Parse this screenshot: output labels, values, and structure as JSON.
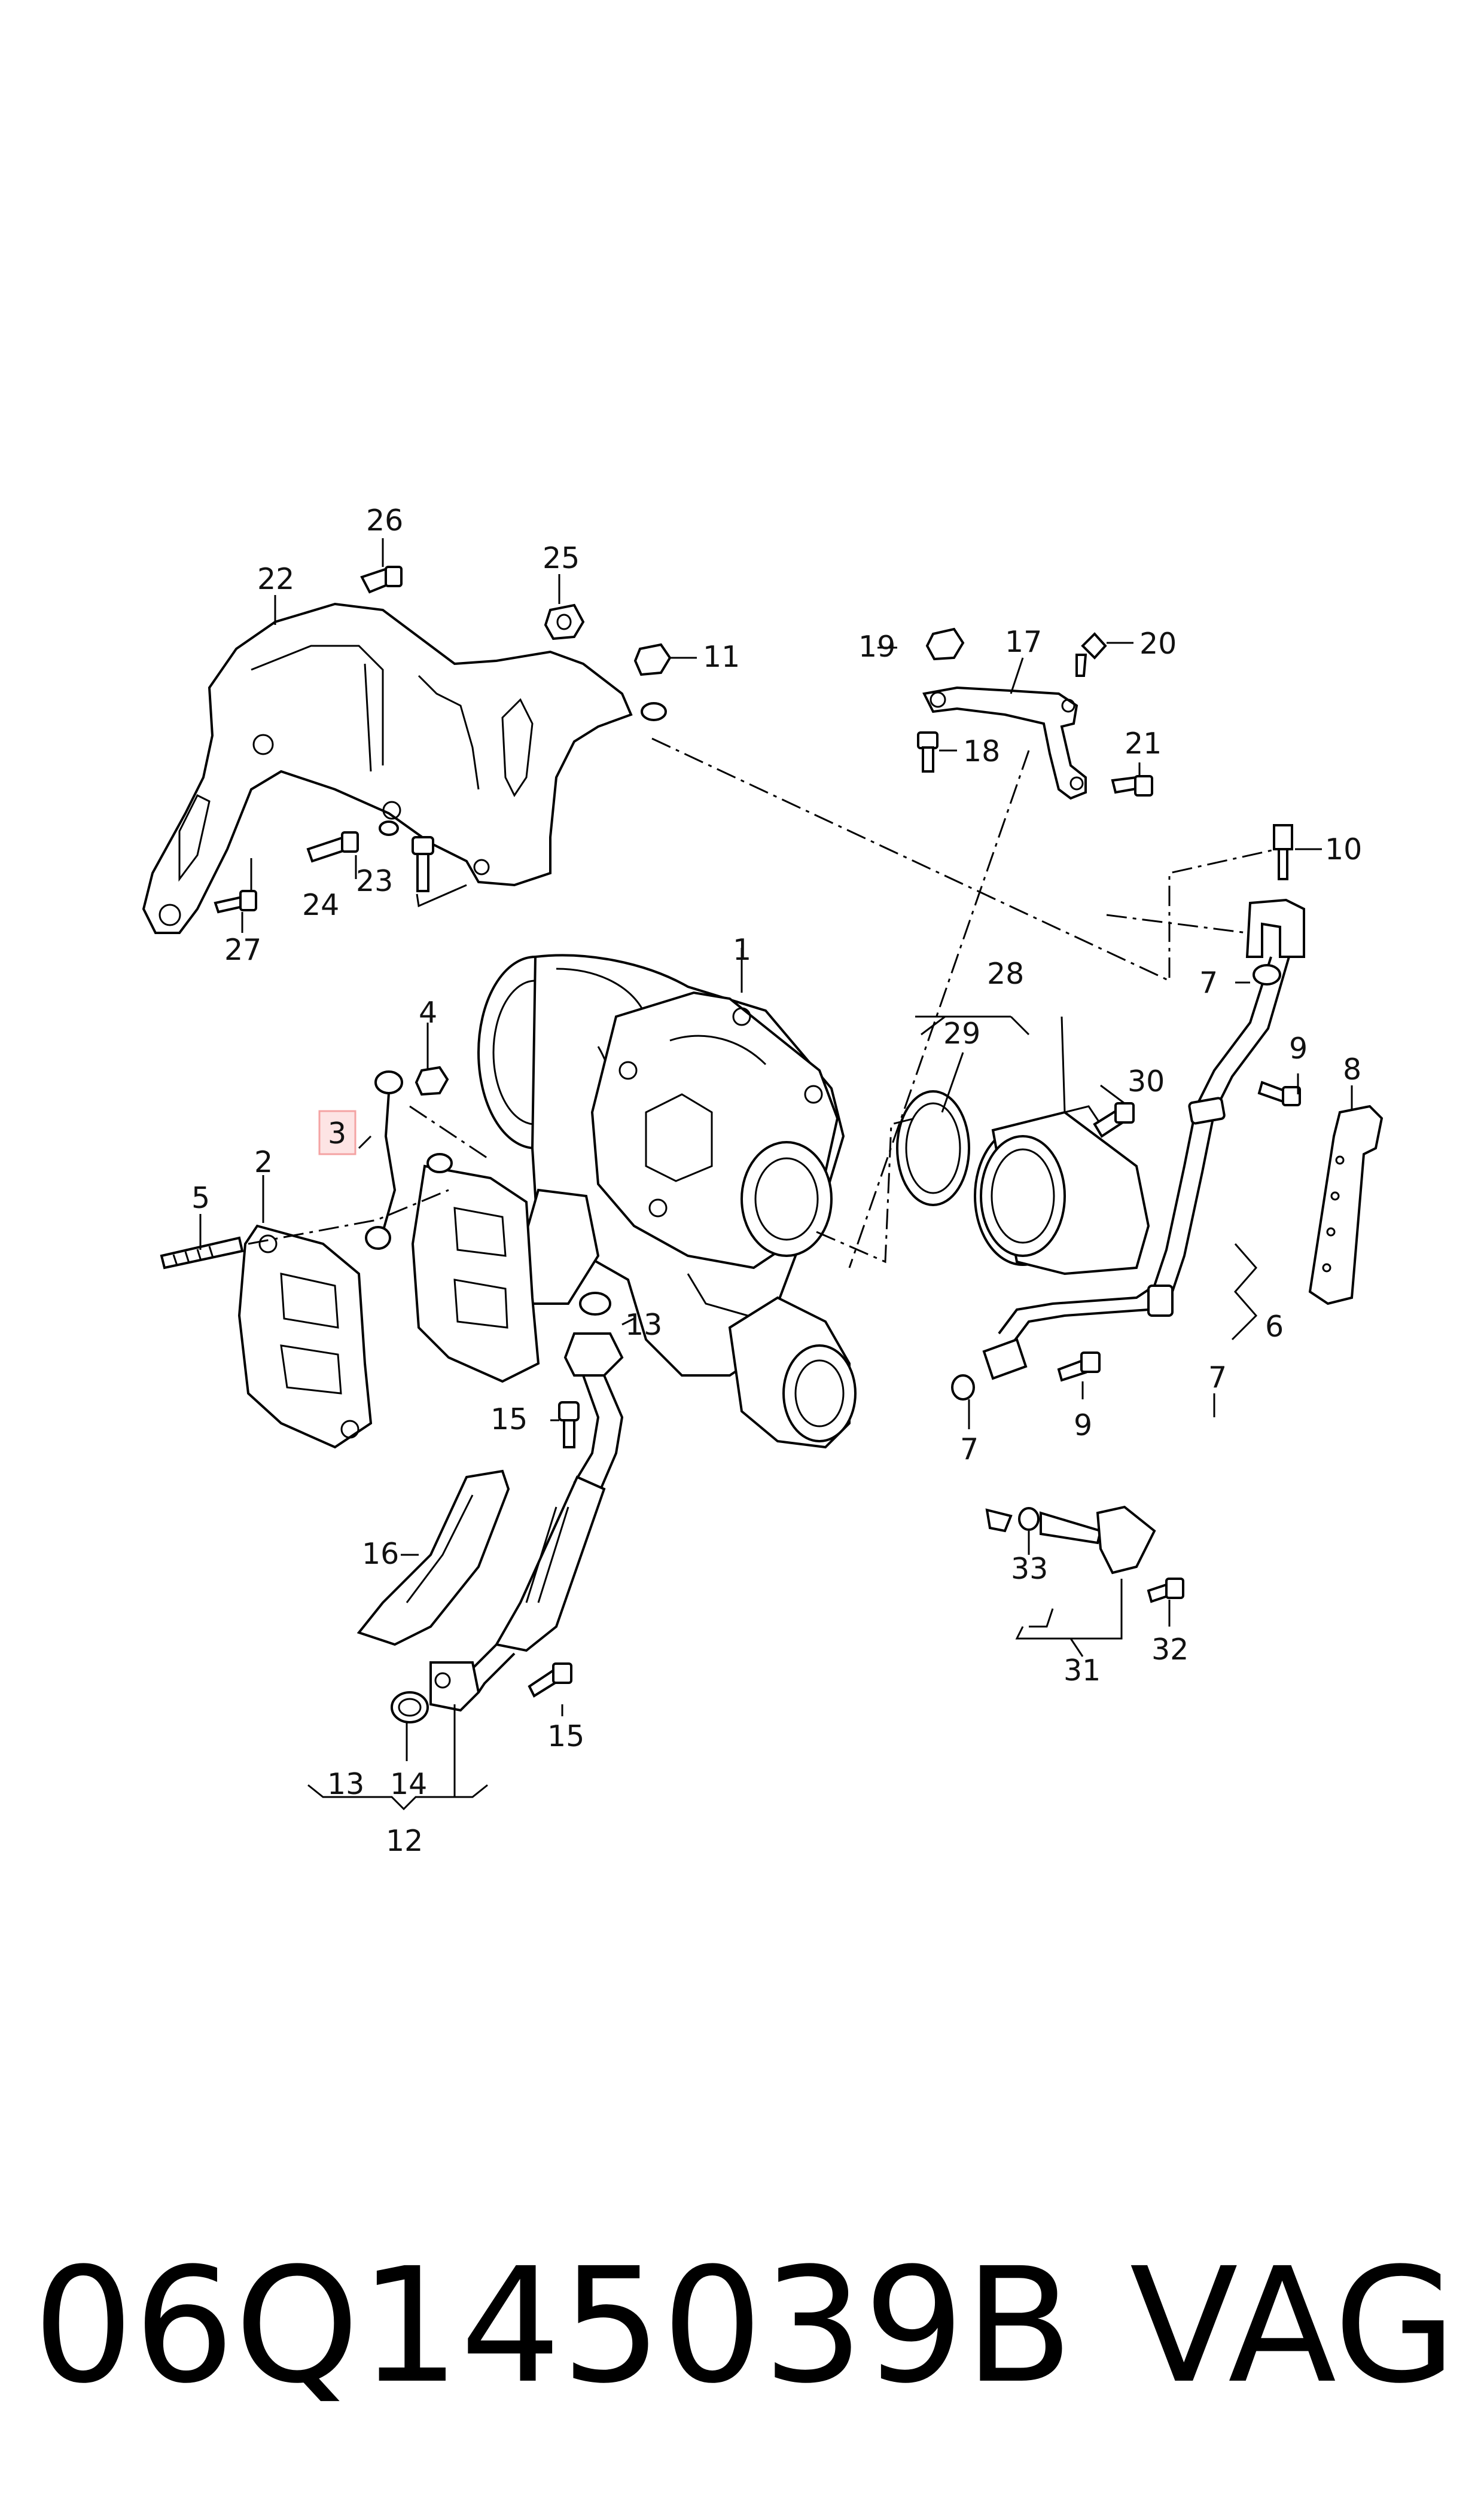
{
  "labels": {
    "l1": "1",
    "l2": "2",
    "l3": "3",
    "l4": "4",
    "l5": "5",
    "l6": "6",
    "l7a": "7",
    "l7b": "7",
    "l7c": "7",
    "l8": "8",
    "l9a": "9",
    "l9b": "9",
    "l10": "10",
    "l11": "11",
    "l12": "12",
    "l13a": "13",
    "l13b": "13",
    "l14": "14",
    "l15a": "15",
    "l15b": "15",
    "l16": "16",
    "l17": "17",
    "l18": "18",
    "l19": "19",
    "l20": "20",
    "l21": "21",
    "l22": "22",
    "l23": "23",
    "l24": "24",
    "l25": "25",
    "l26": "26",
    "l27": "27",
    "l28": "28",
    "l29": "29",
    "l30": "30",
    "l31": "31",
    "l32": "32",
    "l33": "33"
  },
  "highlight": {
    "label": "3",
    "color": "#f4a3a3"
  },
  "footer": {
    "part_number": "06Q145039B",
    "brand": "VAG"
  }
}
